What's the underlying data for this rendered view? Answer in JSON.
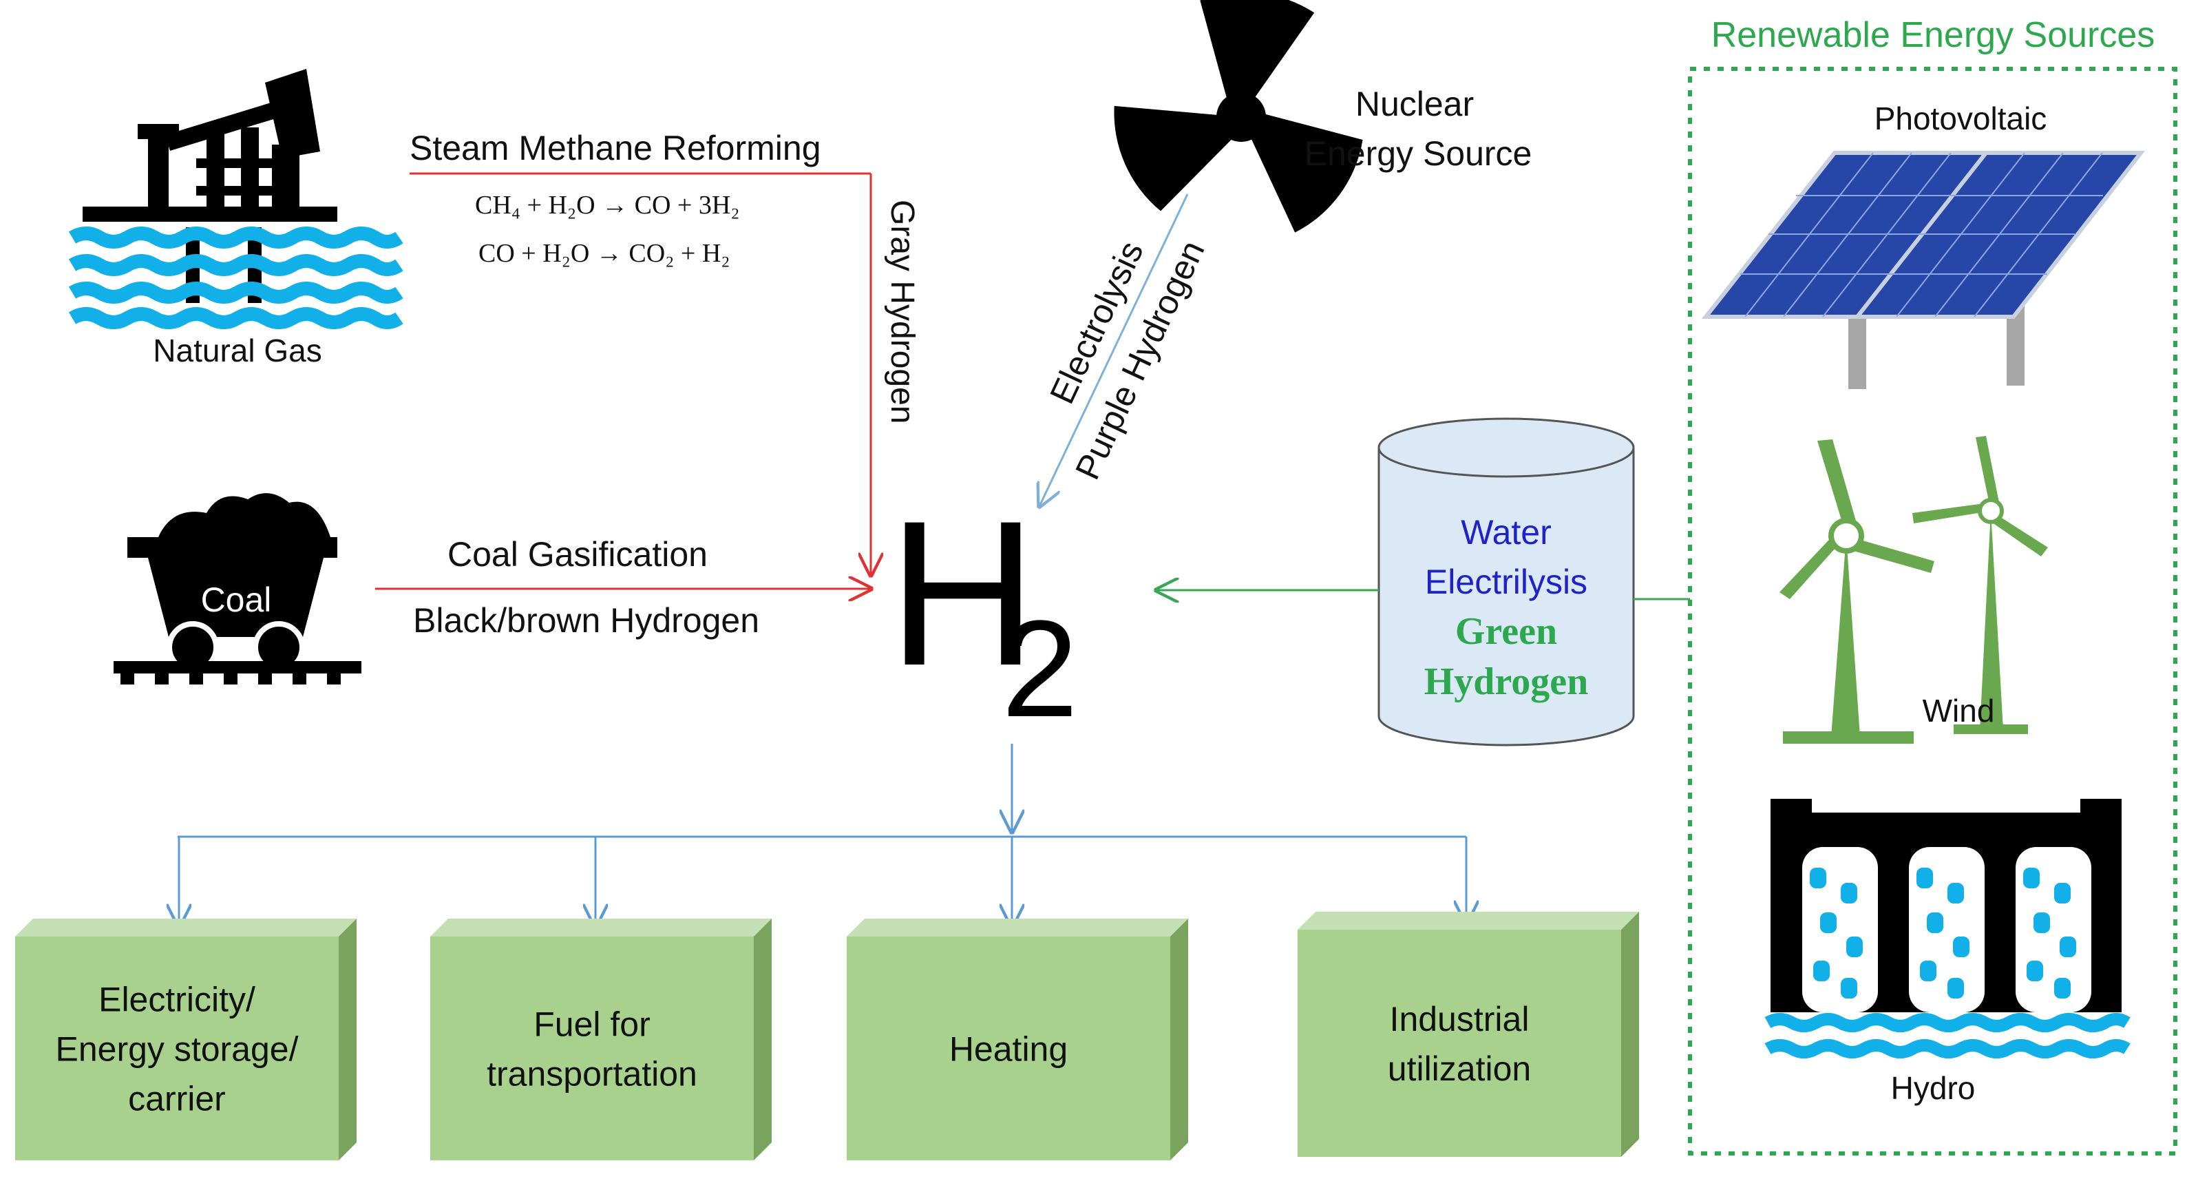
{
  "sources": {
    "natural_gas": {
      "label": "Natural Gas",
      "process": "Steam Methane Reforming",
      "reaction_1": "CH₄ + H₂O → CO + 3H₂",
      "reaction_2": "CO + H₂O → CO₂ + H₂",
      "hydrogen_type": "Gray Hydrogen",
      "icon": "oil-pump-icon"
    },
    "coal": {
      "cart_label": "Coal",
      "process": "Coal Gasification",
      "hydrogen_type": "Black/brown Hydrogen",
      "icon": "coal-cart-icon"
    },
    "nuclear": {
      "label_line1": "Nuclear",
      "label_line2": "Energy Source",
      "process": "Electrolysis",
      "hydrogen_type": "Purple Hydrogen",
      "icon": "radiation-icon"
    },
    "water": {
      "line1": "Water",
      "line2": "Electrilysis",
      "line3": "Green",
      "line4": "Hydrogen",
      "icon": "water-tank-icon"
    }
  },
  "center": {
    "symbol": "H",
    "subscript": "2"
  },
  "uses": [
    {
      "lines": [
        "Electricity/",
        "Energy storage/",
        "carrier"
      ]
    },
    {
      "lines": [
        "Fuel for",
        "transportation"
      ]
    },
    {
      "lines": [
        "Heating"
      ]
    },
    {
      "lines": [
        "Industrial",
        "utilization"
      ]
    }
  ],
  "renewables": {
    "title": "Renewable Energy Sources",
    "photovoltaic": "Photovoltaic",
    "wind": "Wind",
    "hydro": "Hydro"
  },
  "colors": {
    "fossil_arrow": "#e03232",
    "nuclear_arrow": "#7fb1d8",
    "green_arrow": "#3aa655",
    "uses_arrow": "#5b9bd5",
    "use_box": "#a9d18e",
    "renewable_title": "#2ea84f",
    "water_text": "#1f22c8",
    "green_text": "#2ea84f",
    "wave_blue": "#12b0e8",
    "solar_blue": "#2747a8",
    "wind_green": "#6aa84f"
  }
}
